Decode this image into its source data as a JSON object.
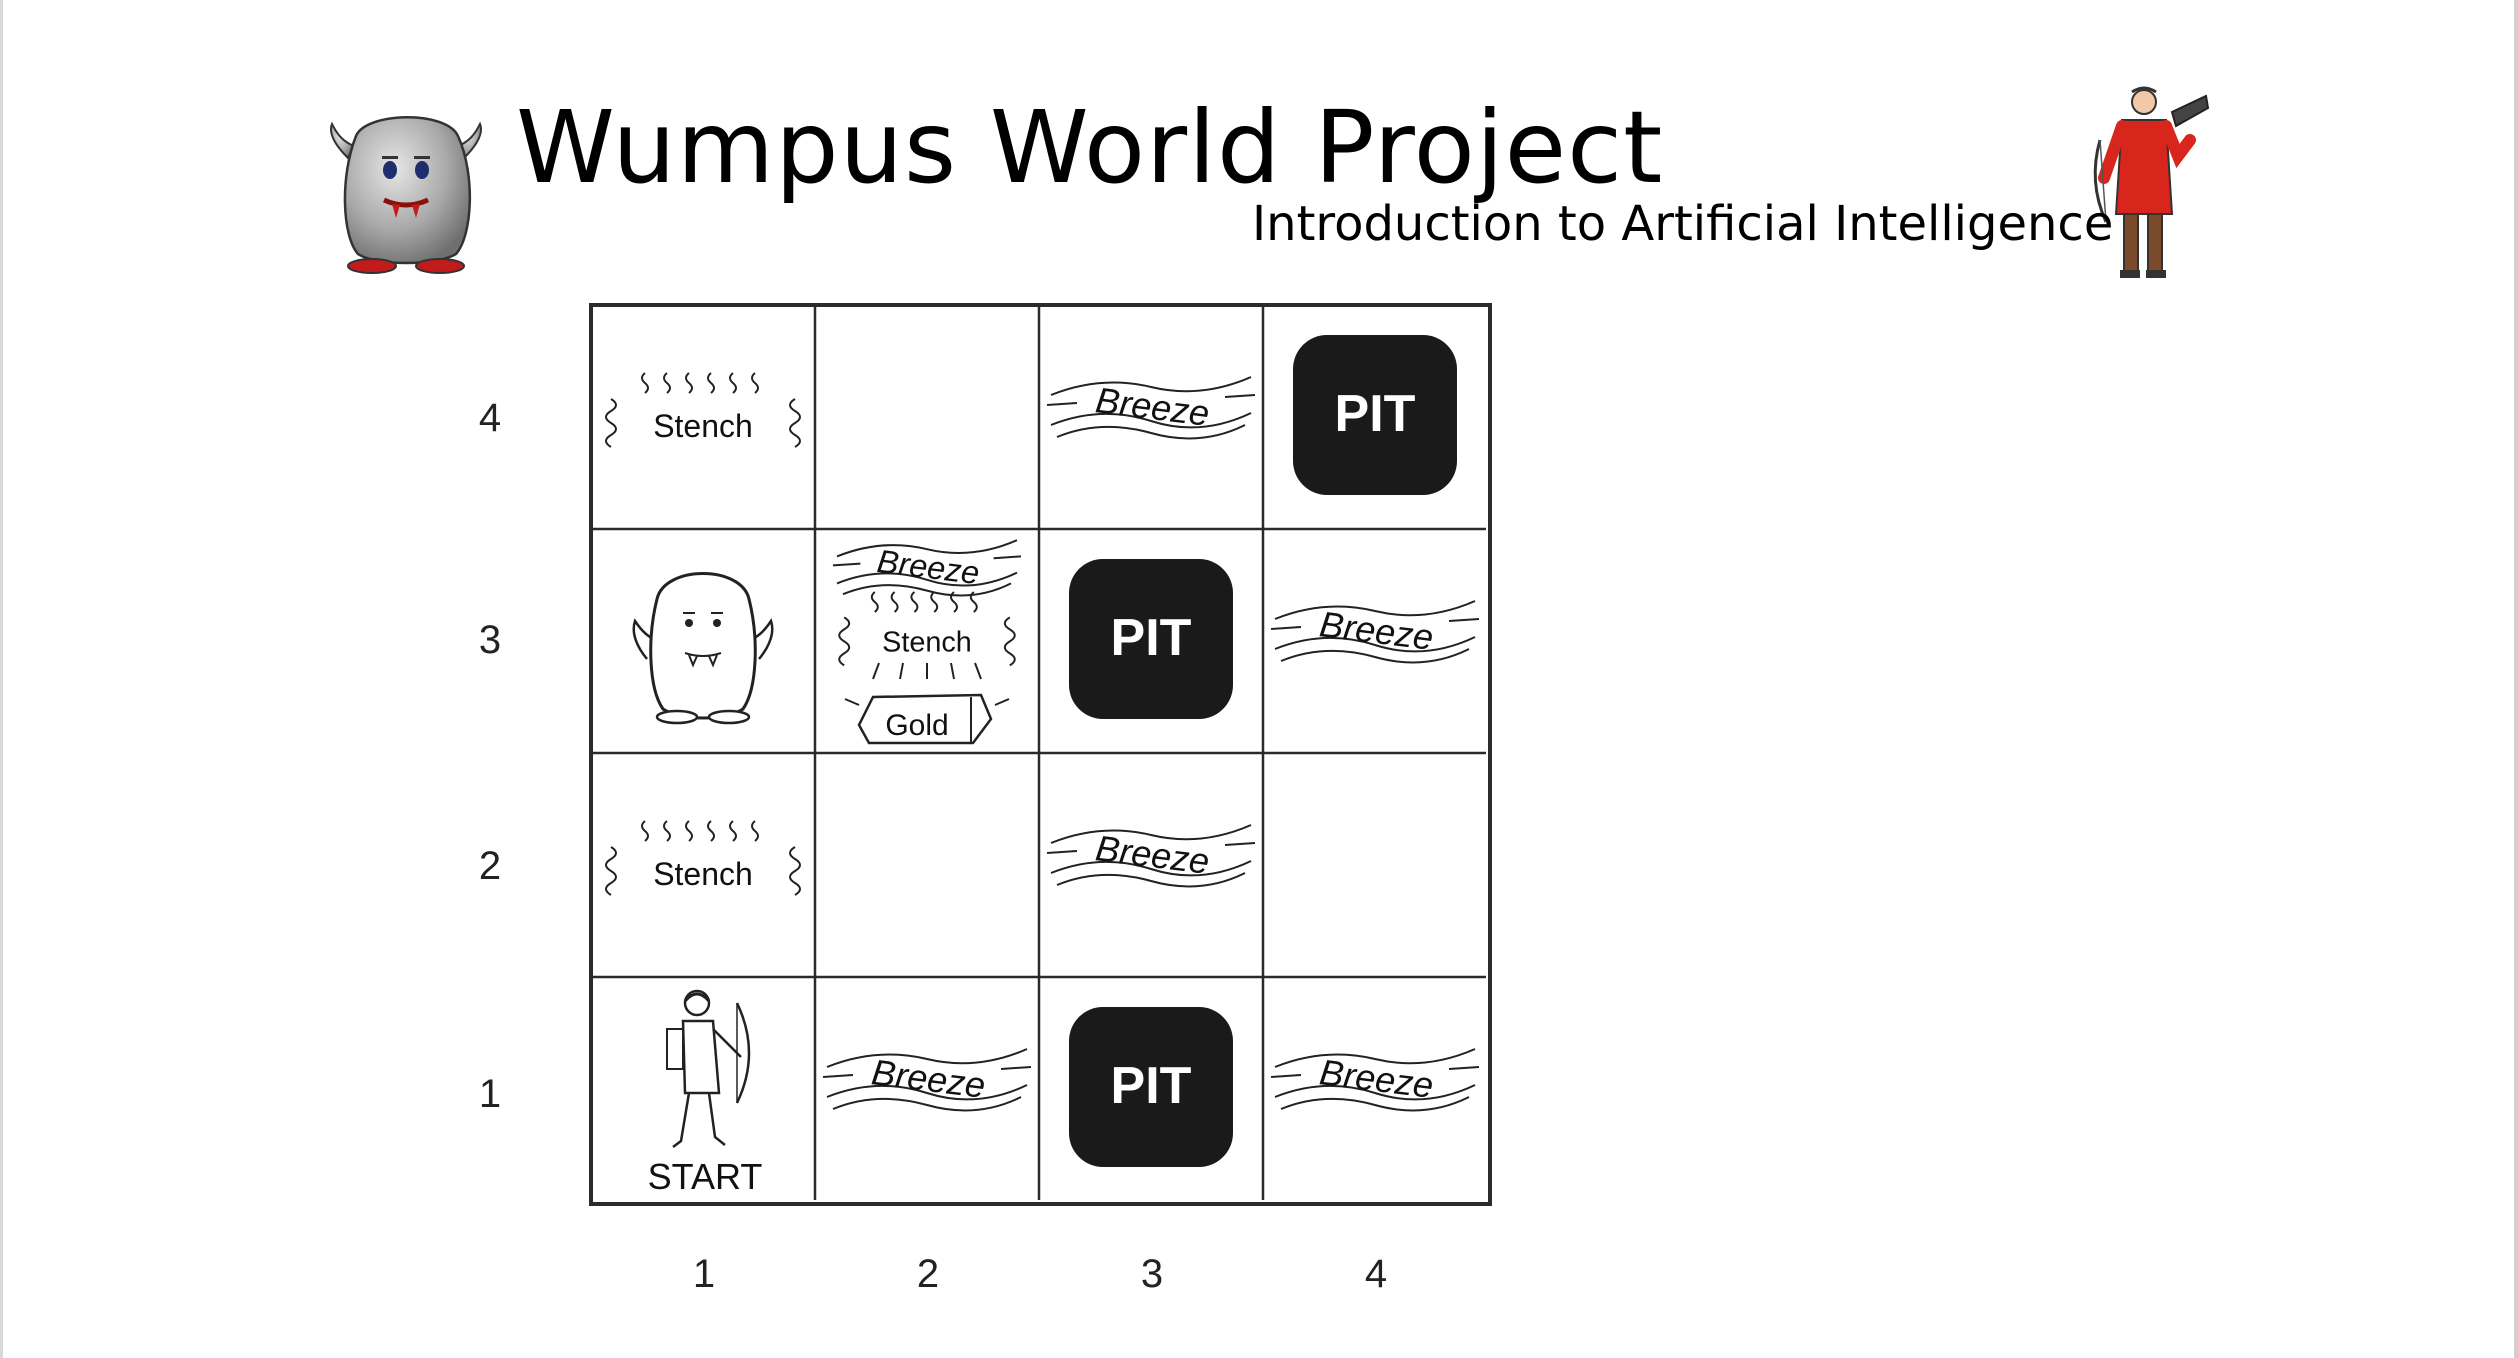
{
  "header": {
    "title": "Wumpus World Project",
    "subtitle": "Introduction to Artificial Intelligence",
    "logo_left_icon": "wumpus-monster-icon",
    "logo_right_icon": "archer-agent-icon"
  },
  "grid": {
    "row_labels": [
      "4",
      "3",
      "2",
      "1"
    ],
    "col_labels": [
      "1",
      "2",
      "3",
      "4"
    ],
    "labels": {
      "stench": "Stench",
      "breeze": "Breeze",
      "pit": "PIT",
      "gold": "Gold",
      "start": "START"
    },
    "cells": [
      {
        "col": 1,
        "row": 4,
        "contents": [
          "stench"
        ]
      },
      {
        "col": 2,
        "row": 4,
        "contents": []
      },
      {
        "col": 3,
        "row": 4,
        "contents": [
          "breeze"
        ]
      },
      {
        "col": 4,
        "row": 4,
        "contents": [
          "pit"
        ]
      },
      {
        "col": 1,
        "row": 3,
        "contents": [
          "wumpus"
        ]
      },
      {
        "col": 2,
        "row": 3,
        "contents": [
          "breeze",
          "stench",
          "gold"
        ]
      },
      {
        "col": 3,
        "row": 3,
        "contents": [
          "pit"
        ]
      },
      {
        "col": 4,
        "row": 3,
        "contents": [
          "breeze"
        ]
      },
      {
        "col": 1,
        "row": 2,
        "contents": [
          "stench"
        ]
      },
      {
        "col": 2,
        "row": 2,
        "contents": []
      },
      {
        "col": 3,
        "row": 2,
        "contents": [
          "breeze"
        ]
      },
      {
        "col": 4,
        "row": 2,
        "contents": []
      },
      {
        "col": 1,
        "row": 1,
        "contents": [
          "agent",
          "start"
        ]
      },
      {
        "col": 2,
        "row": 1,
        "contents": [
          "breeze"
        ]
      },
      {
        "col": 3,
        "row": 1,
        "contents": [
          "pit"
        ]
      },
      {
        "col": 4,
        "row": 1,
        "contents": [
          "breeze"
        ]
      }
    ]
  },
  "colors": {
    "pit_fill": "#1a1a1a",
    "pit_text": "#ffffff",
    "grid_line": "#2b2b2b",
    "agent_red": "#d8261c"
  }
}
